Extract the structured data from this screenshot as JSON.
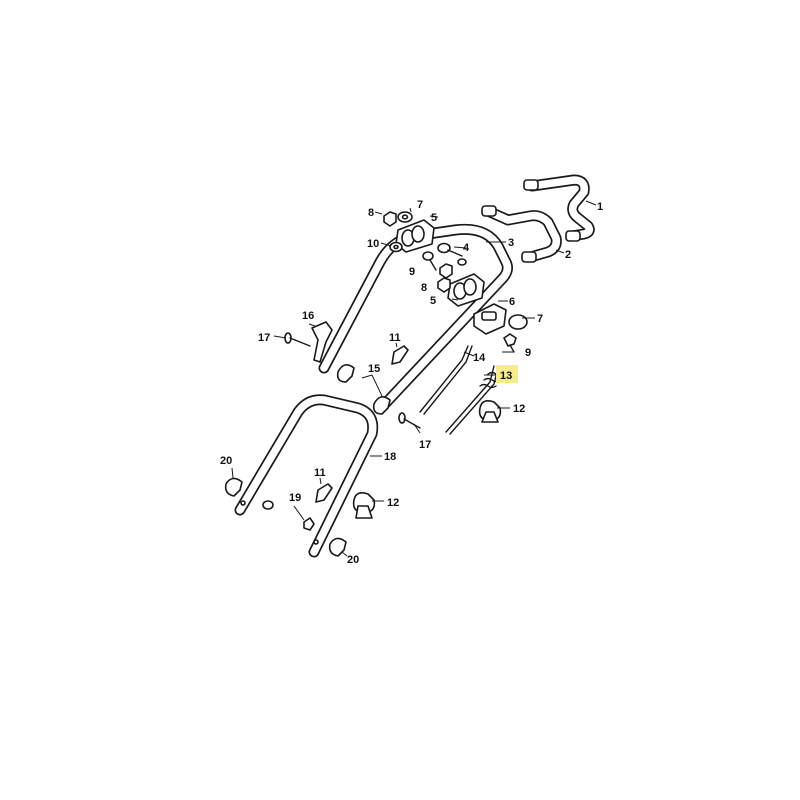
{
  "callouts": {
    "c1": "1",
    "c2": "2",
    "c3": "3",
    "c4": "4",
    "c5a": "5",
    "c5b": "5",
    "c6": "6",
    "c7a": "7",
    "c7b": "7",
    "c8a": "8",
    "c8b": "8",
    "c9a": "9",
    "c9b": "9",
    "c10": "10",
    "c11a": "11",
    "c11b": "11",
    "c12a": "12",
    "c12b": "12",
    "c13": "13",
    "c14": "14",
    "c15": "15",
    "c16": "16",
    "c17a": "17",
    "c17b": "17",
    "c18": "18",
    "c19": "19",
    "c20a": "20",
    "c20b": "20"
  },
  "highlight_color": "#f7ec8c",
  "highlighted_callout": "13"
}
